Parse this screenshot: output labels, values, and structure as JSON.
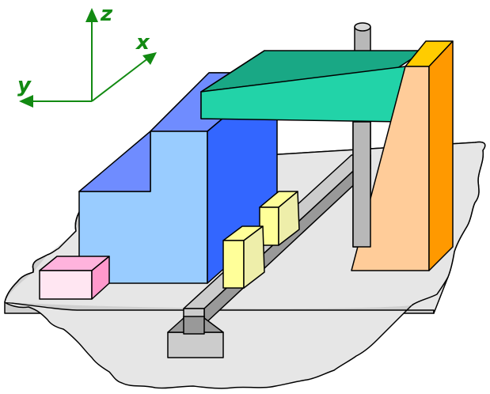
{
  "axes": {
    "labels": {
      "z": "z",
      "x": "x",
      "y": "y"
    },
    "color": "#128a12"
  },
  "colors": {
    "ground": "#e6e6e6",
    "ground_shadow": "#cfcfcf",
    "block_front": "#99ccff",
    "block_top": "#6f8cff",
    "block_side": "#3366ff",
    "small_box_front": "#ffe6f2",
    "small_box_top": "#ffb3dd",
    "small_box_side": "#ff99cc",
    "yellow_front": "#ffff99",
    "yellow_side": "#eeeeaa",
    "rail_light": "#cccccc",
    "rail_dark": "#999999",
    "gantry_front": "#22d3a8",
    "gantry_top": "#19a885",
    "column_front": "#ffcc99",
    "column_side": "#ff9900",
    "column_top": "#ffcc00",
    "spindle": "#b8b8b8"
  },
  "icons": [
    "z-axis-arrow-icon",
    "x-axis-arrow-icon",
    "y-axis-arrow-icon"
  ]
}
